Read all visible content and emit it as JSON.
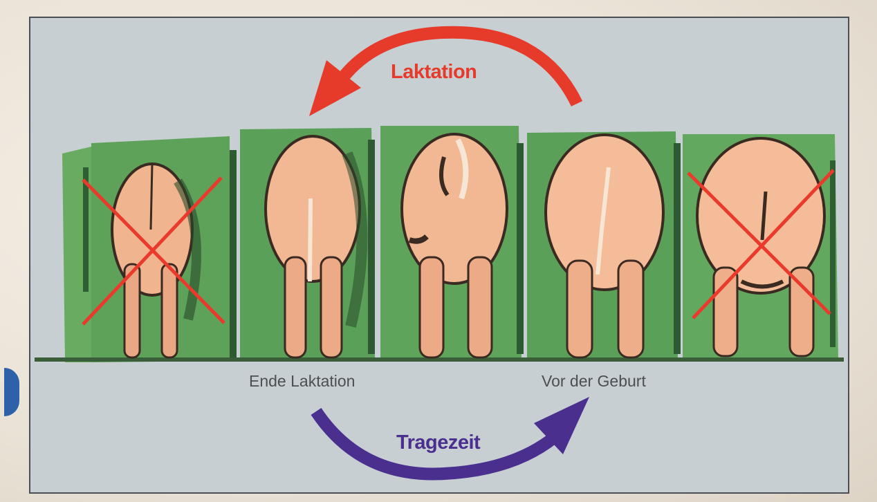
{
  "diagram": {
    "cycle": {
      "top_arrow_label": "Laktation",
      "bottom_arrow_label": "Tragezeit",
      "colors": {
        "laktation": "#e63a2a",
        "tragezeit": "#4a2f8f",
        "cross": "#ea3a2c",
        "stall": "#5aa058"
      }
    },
    "stage_labels": {
      "end_lactation": "Ende Laktation",
      "before_birth": "Vor der Geburt"
    },
    "sows": [
      {
        "id": "sow-1",
        "crossed": true
      },
      {
        "id": "sow-2",
        "crossed": false
      },
      {
        "id": "sow-3",
        "crossed": false
      },
      {
        "id": "sow-4",
        "crossed": false
      },
      {
        "id": "sow-5",
        "crossed": true
      }
    ]
  }
}
